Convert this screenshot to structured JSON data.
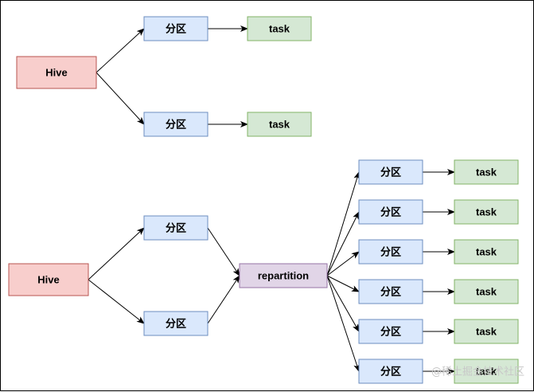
{
  "colors": {
    "hive_fill": "#f8cecc",
    "hive_stroke": "#b85450",
    "partition_fill": "#dae8fc",
    "partition_stroke": "#6c8ebf",
    "task_fill": "#d5e8d4",
    "task_stroke": "#82b366",
    "repartition_fill": "#e1d5e7",
    "repartition_stroke": "#9673a6",
    "edge": "#000000"
  },
  "nodes": {
    "hive": "Hive",
    "partition": "分区",
    "task": "task",
    "repartition": "repartition"
  },
  "watermark": {
    "text": "@稀土掘金技术社区"
  }
}
